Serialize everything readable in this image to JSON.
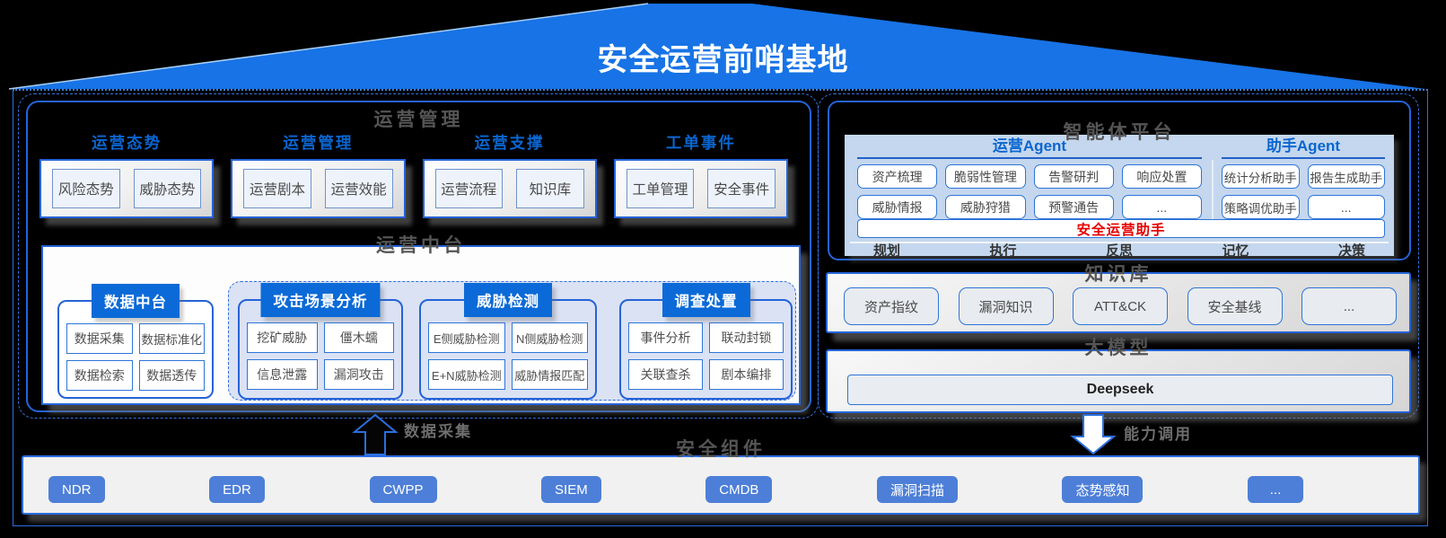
{
  "title": "安全运营前哨基地",
  "ops_mgmt": {
    "title": "运营管理",
    "groups": [
      {
        "label": "运营态势",
        "items": [
          "风险态势",
          "威胁态势"
        ]
      },
      {
        "label": "运营管理",
        "items": [
          "运营剧本",
          "运营效能"
        ]
      },
      {
        "label": "运营支撑",
        "items": [
          "运营流程",
          "知识库"
        ]
      },
      {
        "label": "工单事件",
        "items": [
          "工单管理",
          "安全事件"
        ]
      }
    ]
  },
  "ops_mid": {
    "title": "运营中台",
    "data_group": {
      "label": "数据中台",
      "items": [
        "数据采集",
        "数据标准化",
        "数据检索",
        "数据透传"
      ]
    },
    "dashed_groups": [
      {
        "label": "攻击场景分析",
        "items": [
          "挖矿威胁",
          "僵木蠕",
          "信息泄露",
          "漏洞攻击"
        ]
      },
      {
        "label": "威胁检测",
        "items": [
          "E侧威胁检测",
          "N侧威胁检测",
          "E+N威胁检测",
          "威胁情报匹配"
        ]
      },
      {
        "label": "调查处置",
        "items": [
          "事件分析",
          "联动封锁",
          "关联查杀",
          "剧本编排"
        ]
      }
    ]
  },
  "agent_platform": {
    "title": "智能体平台",
    "ops_agent": {
      "label": "运营Agent",
      "rows": [
        [
          "资产梳理",
          "脆弱性管理",
          "告警研判",
          "响应处置"
        ],
        [
          "威胁情报",
          "威胁狩猎",
          "预警通告",
          "..."
        ]
      ]
    },
    "assist_agent": {
      "label": "助手Agent",
      "rows": [
        [
          "统计分析助手",
          "报告生成助手"
        ],
        [
          "策略调优助手",
          "..."
        ]
      ]
    },
    "assistant_bar": "安全运营助手",
    "footer": [
      "规划",
      "执行",
      "反思",
      "记忆",
      "决策"
    ]
  },
  "knowledge": {
    "title": "知识库",
    "items": [
      "资产指纹",
      "漏洞知识",
      "ATT&CK",
      "安全基线",
      "..."
    ]
  },
  "llm": {
    "title": "大模型",
    "items": [
      "Deepseek"
    ]
  },
  "components": {
    "title": "安全组件",
    "items": [
      "NDR",
      "EDR",
      "CWPP",
      "SIEM",
      "CMDB",
      "漏洞扫描",
      "态势感知",
      "..."
    ]
  },
  "arrows": {
    "up_label": "数据采集",
    "down_label": "能力调用"
  },
  "colors": {
    "roof": "#1773e6",
    "header_blue": "#0b6ad7",
    "border_blue": "#2563d8",
    "light_blue_panel": "#c4d7ee",
    "dashed_fill": "#dbe2f4",
    "red_text": "#e60000",
    "button_blue": "#4d7fd8"
  }
}
